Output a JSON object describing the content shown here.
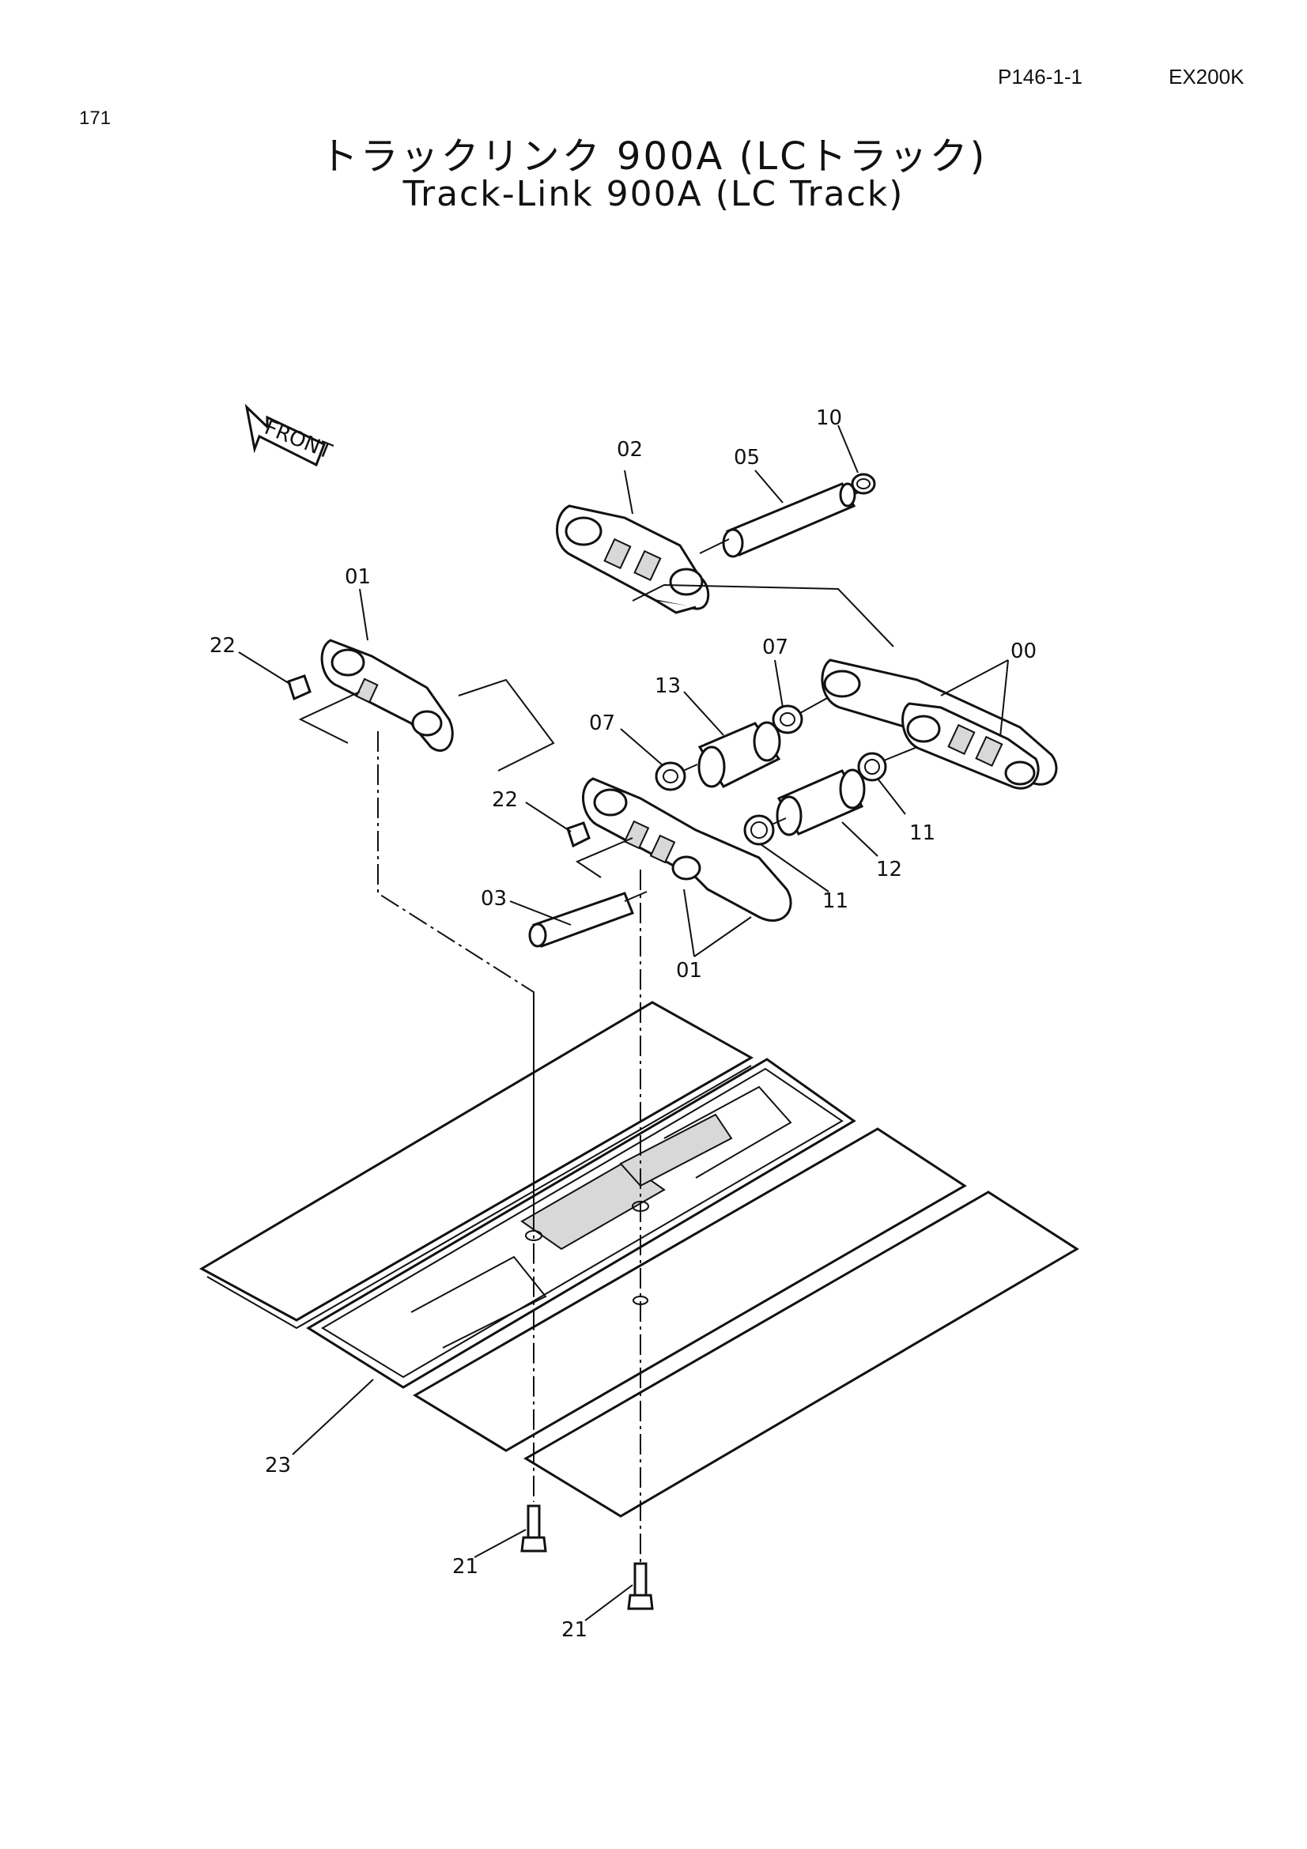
{
  "header": {
    "page_code": "P146-1-1",
    "model": "EX200K",
    "page_number": "171"
  },
  "title": {
    "japanese": "トラックリンク 900A (LCトラック)",
    "english": "Track-Link 900A (LC Track)"
  },
  "diagram": {
    "front_label": "FRONT",
    "callouts": {
      "c00": "00",
      "c01_top": "01",
      "c01_bottom": "01",
      "c02": "02",
      "c03": "03",
      "c05": "05",
      "c07_right": "07",
      "c07_left": "07",
      "c10": "10",
      "c11_right": "11",
      "c11_left": "11",
      "c12": "12",
      "c13": "13",
      "c21_left": "21",
      "c21_right": "21",
      "c22_top": "22",
      "c22_mid": "22",
      "c23": "23"
    }
  }
}
